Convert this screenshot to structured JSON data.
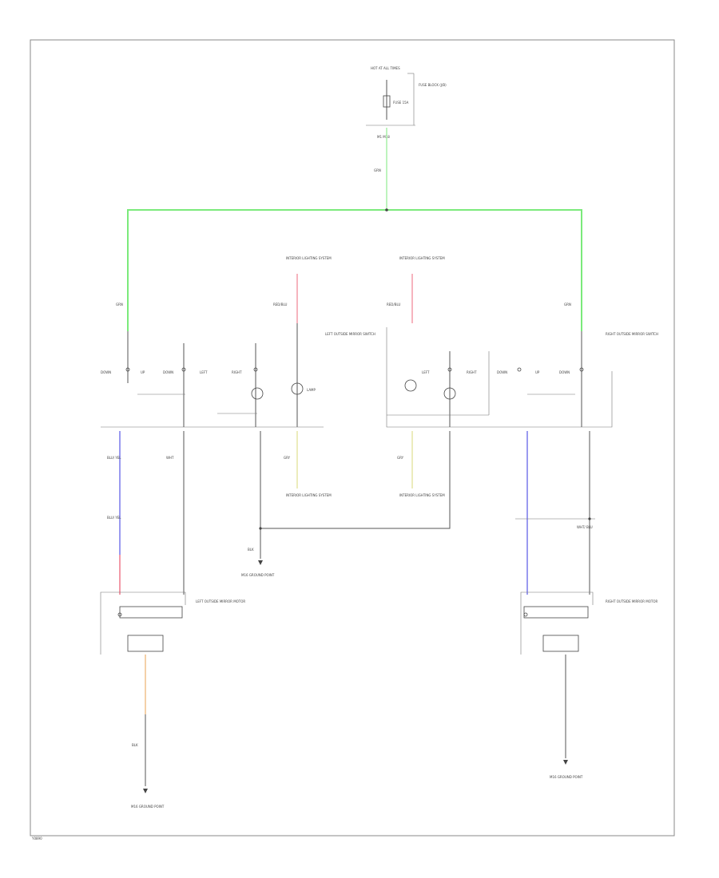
{
  "colors": {
    "green": "#7bea7b",
    "red": "#f29aa8",
    "yellow": "#e6e6a6",
    "blue": "#9a9af0",
    "orange": "#f0c08a",
    "black": "#555555",
    "frame": "#888888"
  },
  "labels": {
    "fuse_box": "HOT AT ALL TIMES",
    "fuse": "FUSE 15A",
    "fuse_panel": "FUSE BLOCK (J/B)",
    "conn_top": "M1  M18",
    "wire_top": "GRN",
    "wire_left_top": "GRN",
    "wire_right_top": "GRN",
    "mirror_left_light": "INTERIOR LIGHTING SYSTEM",
    "mirror_right_light": "INTERIOR LIGHTING SYSTEM",
    "wire_red_left": "RED/BLU",
    "wire_red_right": "RED/BLU",
    "switch_left": "LEFT OUTSIDE MIRROR SWITCH",
    "switch_right": "RIGHT OUTSIDE MIRROR SWITCH",
    "lamp": "LAMP",
    "wire_yel_left": "GRY",
    "wire_yel_right": "GRY",
    "illum_left": "INTERIOR LIGHTING SYSTEM",
    "illum_right": "INTERIOR LIGHTING SYSTEM",
    "wire_blk_center": "BLK",
    "ground_center": "M16 GROUND POINT",
    "wire_blue_left": "BLU/ YEL",
    "wire_blue_left2": "BLU/ YEL",
    "motor_left": "LEFT OUTSIDE MIRROR MOTOR",
    "motor_right": "RIGHT OUTSIDE MIRROR MOTOR",
    "wire_left_mid": "WHT",
    "wire_right_mid": "WHT/ BLU",
    "wire_left_low": "BLK",
    "ground_left": "M16 GROUND POINT",
    "ground_right": "M16 GROUND POINT",
    "footer_code": "Y0890"
  }
}
